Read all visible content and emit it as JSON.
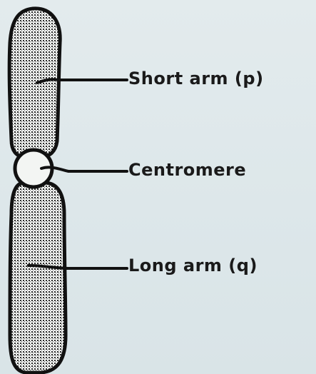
{
  "labels": {
    "short_arm": "Short arm (p)",
    "centromere": "Centromere",
    "long_arm": "Long arm (q)"
  },
  "colors": {
    "background": "#dfe8ea",
    "outline": "#111111",
    "stipple": "#2a2a2a"
  }
}
